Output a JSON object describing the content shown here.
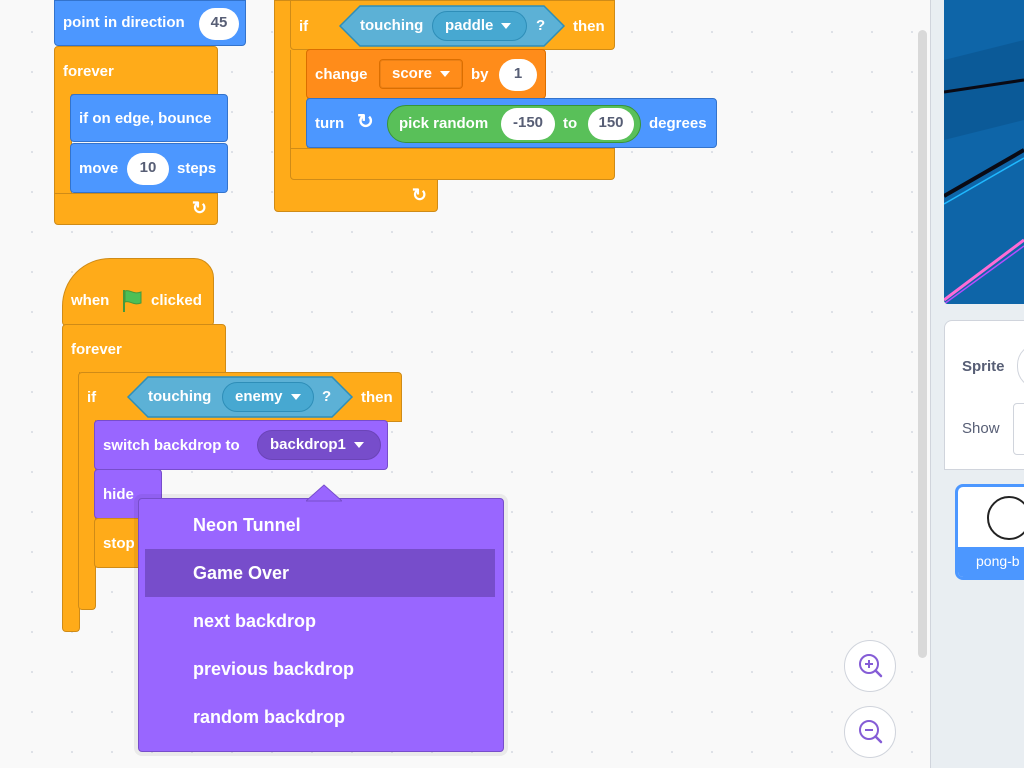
{
  "script1": {
    "point_label": "point in direction",
    "point_value": "45",
    "forever_label": "forever",
    "bounce_label": "if on edge, bounce",
    "move_label": "move",
    "move_value": "10",
    "steps_label": "steps"
  },
  "script2": {
    "if_label": "if",
    "touching_label": "touching",
    "touching_value": "paddle",
    "question": "?",
    "then_label": "then",
    "change_label": "change",
    "change_var": "score",
    "by_label": "by",
    "by_value": "1",
    "turn_label": "turn",
    "pick_random_label": "pick random",
    "random_from": "-150",
    "to_label": "to",
    "random_to": "150",
    "degrees_label": "degrees"
  },
  "script3": {
    "when_label": "when",
    "clicked_label": "clicked",
    "forever_label": "forever",
    "if_label": "if",
    "touching_label": "touching",
    "touching_value": "enemy",
    "question": "?",
    "then_label": "then",
    "switch_label": "switch backdrop to",
    "switch_value": "backdrop1",
    "hide_label": "hide",
    "stop_label": "stop"
  },
  "dropdown": {
    "items": [
      "Neon Tunnel",
      "Game Over",
      "next backdrop",
      "previous backdrop",
      "random backdrop"
    ],
    "highlighted_index": 1
  },
  "sprite_panel": {
    "sprite_label": "Sprite",
    "show_label": "Show",
    "sprite_name": "pong-b"
  },
  "colors": {
    "motion": "#4c97ff",
    "control": "#ffab19",
    "sensing": "#5cb1d6",
    "operators": "#59c059",
    "looks": "#9966ff",
    "variables": "#ff8c1a",
    "stage": "#0e65a8"
  }
}
